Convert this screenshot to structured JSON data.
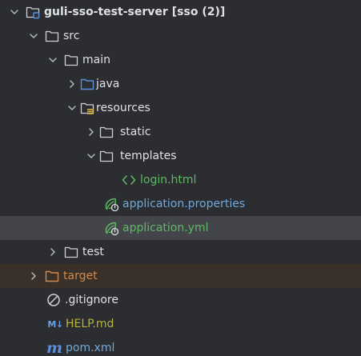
{
  "root": {
    "name": "guli-sso-test-server",
    "module": "[sso (2)]"
  },
  "items": {
    "src": "src",
    "main": "main",
    "java": "java",
    "resources": "resources",
    "static": "static",
    "templates": "templates",
    "login_html": "login.html",
    "application_properties": "application.properties",
    "application_yml": "application.yml",
    "test": "test",
    "target": "target",
    "gitignore": ".gitignore",
    "help_md": "HELP.md",
    "pom_xml": "pom.xml"
  },
  "icons": {
    "root": "module-folder-icon",
    "folder": "folder-icon",
    "source_folder": "source-folder-icon",
    "resources_folder": "resources-folder-icon",
    "excluded_folder": "excluded-folder-icon",
    "html": "html-file-icon",
    "spring_config": "spring-config-icon",
    "gitignore": "ignore-file-icon",
    "markdown": "markdown-file-icon",
    "maven": "maven-pom-icon"
  },
  "colors": {
    "background": "#2b2d30",
    "selected_row": "#43454a",
    "excluded_row": "#3a302a",
    "text": "#dfe1e5",
    "blue_text": "#6fa8dc",
    "green_text": "#5fb865",
    "orange_text": "#d08a4a",
    "yellow_text": "#b8b23e"
  },
  "selected_item": "application.yml"
}
